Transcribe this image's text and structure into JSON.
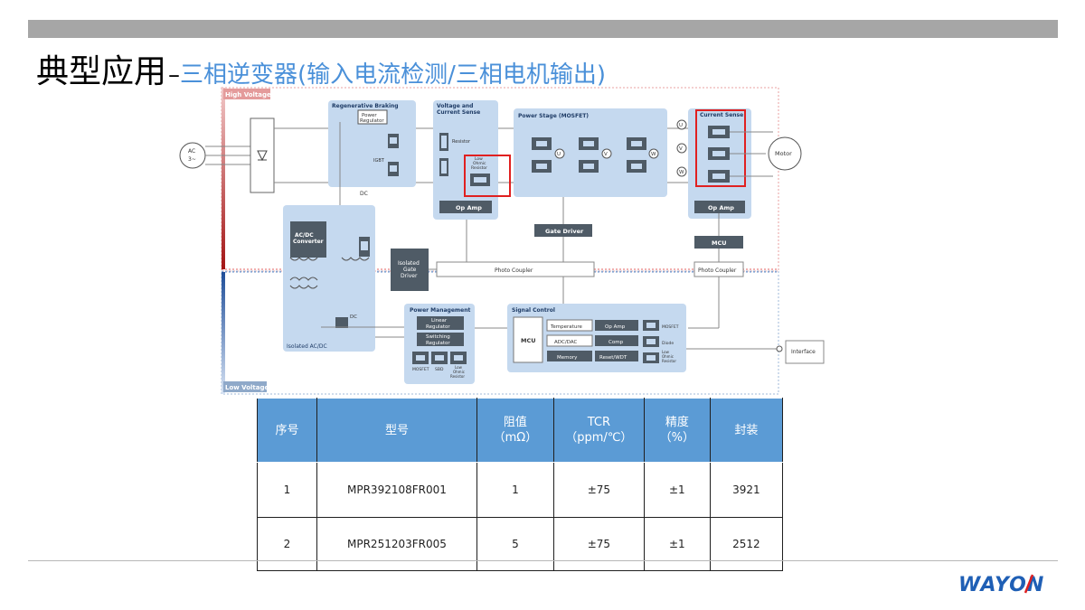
{
  "title": {
    "main": "典型应用",
    "dash": "–",
    "sub": "三相逆变器(输入电流检测/三相电机输出)"
  },
  "diagram": {
    "zones": {
      "high": "High Voltage",
      "low": "Low Voltage"
    },
    "ac_source": {
      "line1": "AC",
      "line2": "3~"
    },
    "regen": {
      "title": "Regenerative Braking",
      "power_reg": [
        "Power",
        "Regulator"
      ],
      "igbt": "IGBT",
      "dc": "DC"
    },
    "vcs": {
      "title_line1": "Voltage and",
      "title_line2": "Current Sense",
      "resistor": "Resistor",
      "low_ohmic": [
        "Low",
        "Ohmic",
        "Resistor"
      ],
      "opamp": "Op Amp"
    },
    "power_stage": {
      "title": "Power Stage (MOSFET)",
      "u": "U",
      "v": "V",
      "w": "W"
    },
    "current_sense": {
      "title": "Current Sense",
      "u": "U",
      "v": "V",
      "w": "W",
      "opamp": "Op Amp",
      "mcu": "MCU",
      "photo": "Photo Coupler"
    },
    "motor": "Motor",
    "gate_driver": "Gate Driver",
    "photo_coupler": "Photo Coupler",
    "isolated_gate": [
      "Isolated",
      "Gate",
      "Driver"
    ],
    "acdc": {
      "l1": "AC/DC",
      "l2": "Converter"
    },
    "isolated_acdc": "Isolated AC/DC",
    "dc_label": "DC",
    "power_mgmt": {
      "title": "Power Management",
      "linear": [
        "Linear",
        "Regulator"
      ],
      "switching": [
        "Switching",
        "Regulator"
      ],
      "mosfet": "MOSFET",
      "sbd": "SBD",
      "low_ohmic": [
        "Low",
        "Ohmic",
        "Resistor"
      ]
    },
    "signal_control": {
      "title": "Signal Control",
      "mcu": "MCU",
      "temperature": "Temperature",
      "opamp": "Op Amp",
      "adcdac": "ADC/DAC",
      "comp": "Comp",
      "memory": "Memory",
      "reset": "Reset/WDT",
      "mosfet": "MOSFET",
      "diode": "Diode",
      "low_ohmic": [
        "Low",
        "Ohmic",
        "Resistor"
      ]
    },
    "interface": "Interface"
  },
  "table": {
    "headers": [
      {
        "l1": "序号",
        "l2": ""
      },
      {
        "l1": "型号",
        "l2": ""
      },
      {
        "l1": "阻值",
        "l2": "（mΩ）"
      },
      {
        "l1": "TCR",
        "l2": "（ppm/℃）"
      },
      {
        "l1": "精度",
        "l2": "（%）"
      },
      {
        "l1": "封装",
        "l2": ""
      }
    ],
    "rows": [
      [
        "1",
        "MPR392108FR001",
        "1",
        "±75",
        "±1",
        "3921"
      ],
      [
        "2",
        "MPR251203FR005",
        "5",
        "±75",
        "±1",
        "2512"
      ]
    ]
  },
  "logo": "WAYON",
  "colors": {
    "accent": "#5b9bd5",
    "title_sub": "#4a90d9",
    "highlight": "#e02020",
    "block_bg": "#c5d9ef",
    "chip": "#4f5b66"
  }
}
